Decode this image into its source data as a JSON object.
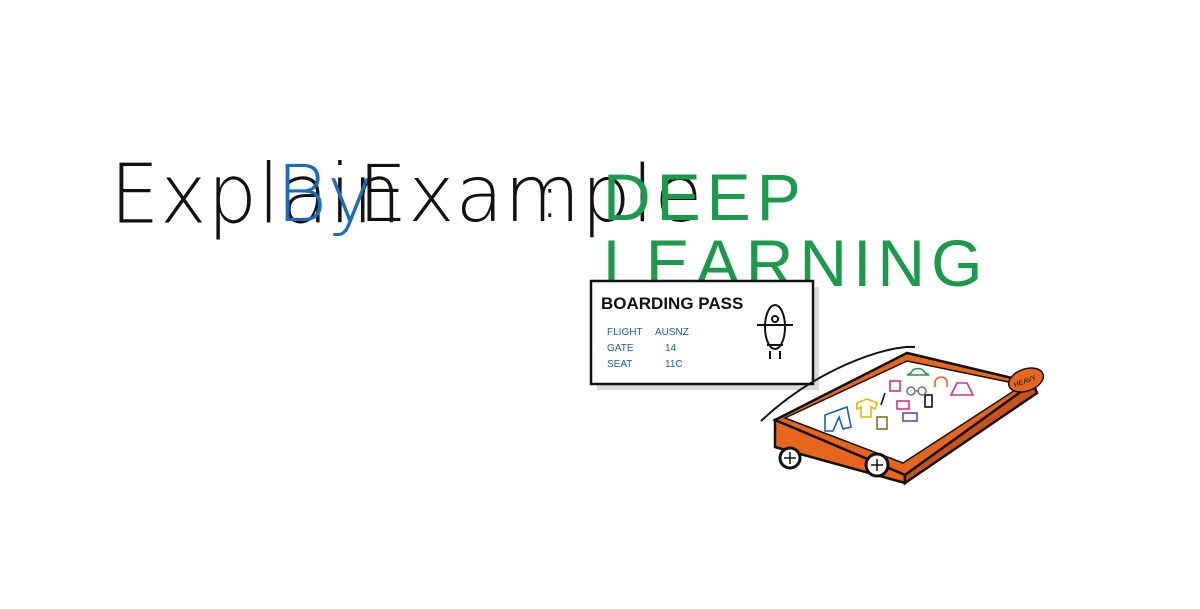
{
  "title": {
    "explain": "Explain",
    "by": "By",
    "example": "Example",
    "colon": ":",
    "topic": "DEEP LEARNING"
  },
  "colors": {
    "ink": "#111111",
    "by_blue": "#1a6bb8",
    "topic_green": "#1b9a4b",
    "suitcase_orange": "#e8661c",
    "pass_text_blue": "#1a5fb4"
  },
  "boarding_pass": {
    "heading": "BOARDING PASS",
    "rows": [
      {
        "label": "FLIGHT",
        "value": "AUSNZ"
      },
      {
        "label": "GATE",
        "value": "14"
      },
      {
        "label": "SEAT",
        "value": "11C"
      }
    ],
    "icon": "airplane-icon"
  },
  "suitcase": {
    "tag": "HEAVY",
    "icons": [
      "pants-icon",
      "shirt-icon",
      "hat-icon",
      "headphones-icon",
      "skirt-icon",
      "perfume-icon",
      "phone-icon",
      "book-icon",
      "glasses-icon",
      "camera-icon"
    ]
  }
}
